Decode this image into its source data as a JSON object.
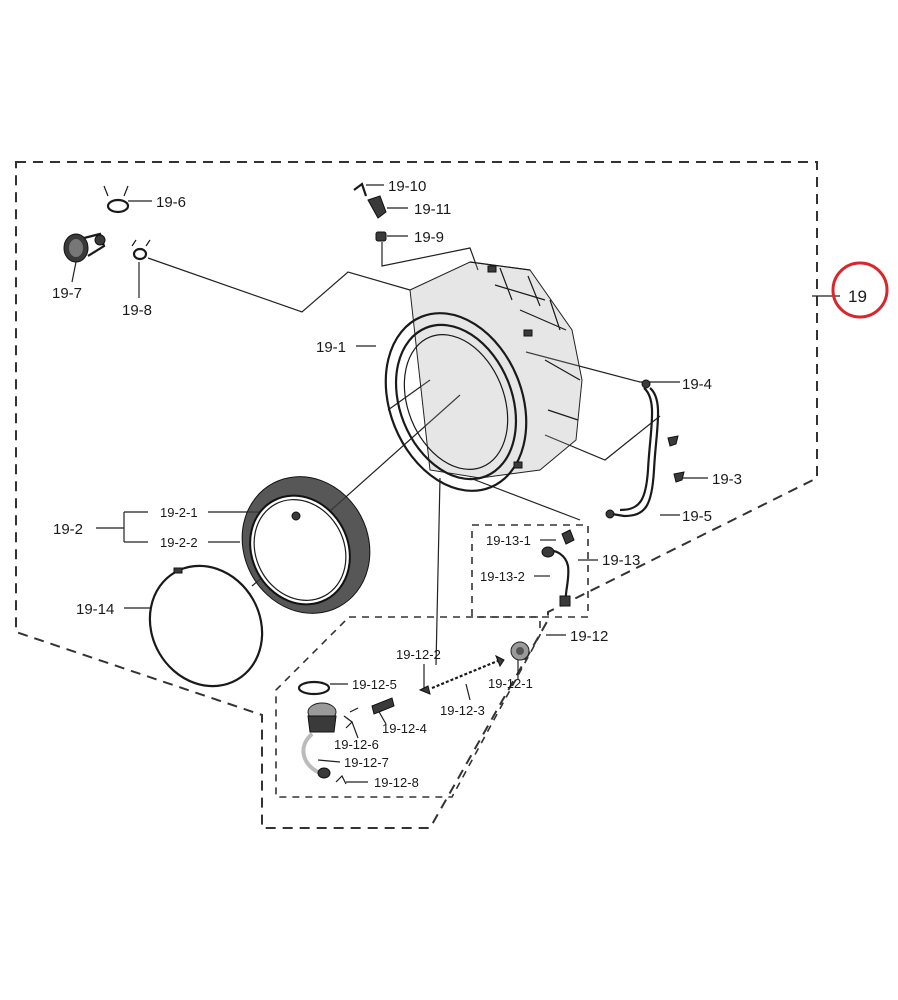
{
  "diagram": {
    "group_label": "19",
    "labels": {
      "p19_1": "19-1",
      "p19_2": "19-2",
      "p19_2_1": "19-2-1",
      "p19_2_2": "19-2-2",
      "p19_3": "19-3",
      "p19_4": "19-4",
      "p19_5": "19-5",
      "p19_6": "19-6",
      "p19_7": "19-7",
      "p19_8": "19-8",
      "p19_9": "19-9",
      "p19_10": "19-10",
      "p19_11": "19-11",
      "p19_12": "19-12",
      "p19_12_1": "19-12-1",
      "p19_12_2": "19-12-2",
      "p19_12_3": "19-12-3",
      "p19_12_4": "19-12-4",
      "p19_12_5": "19-12-5",
      "p19_12_6": "19-12-6",
      "p19_12_7": "19-12-7",
      "p19_12_8": "19-12-8",
      "p19_13": "19-13",
      "p19_13_1": "19-13-1",
      "p19_13_2": "19-13-2",
      "p19_14": "19-14"
    },
    "highlight_color": "#d9262b"
  }
}
